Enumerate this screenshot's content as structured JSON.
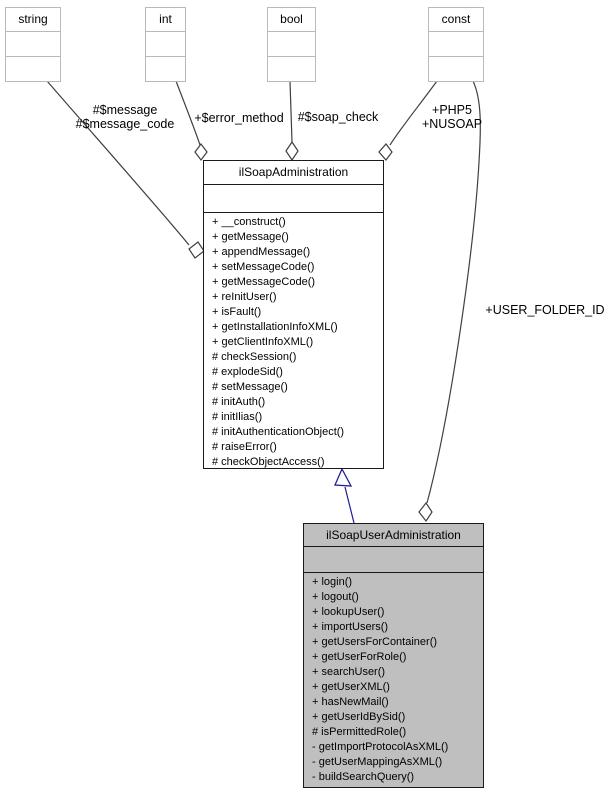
{
  "diagram": {
    "type_boxes": [
      {
        "name": "string"
      },
      {
        "name": "int"
      },
      {
        "name": "bool"
      },
      {
        "name": "const"
      }
    ],
    "classes": [
      {
        "name": "ilSoapAdministration",
        "methods": [
          "+ __construct()",
          "+ getMessage()",
          "+ appendMessage()",
          "+ setMessageCode()",
          "+ getMessageCode()",
          "+ reInitUser()",
          "+ isFault()",
          "+ getInstallationInfoXML()",
          "+ getClientInfoXML()",
          "# checkSession()",
          "# explodeSid()",
          "# setMessage()",
          "# initAuth()",
          "# initIlias()",
          "# initAuthenticationObject()",
          "# raiseError()",
          "# checkObjectAccess()"
        ]
      },
      {
        "name": "ilSoapUserAdministration",
        "methods": [
          "+ login()",
          "+ logout()",
          "+ lookupUser()",
          "+ importUsers()",
          "+ getUsersForContainer()",
          "+ getUserForRole()",
          "+ searchUser()",
          "+ getUserXML()",
          "+ hasNewMail()",
          "+ getUserIdBySid()",
          "# isPermittedRole()",
          "- getImportProtocolAsXML()",
          "- getUserMappingAsXML()",
          "- buildSearchQuery()"
        ]
      }
    ],
    "edge_labels": [
      {
        "lines": [
          "#$message",
          "#$message_code"
        ]
      },
      {
        "lines": [
          "+$error_method"
        ]
      },
      {
        "lines": [
          "#$soap_check"
        ]
      },
      {
        "lines": [
          "+PHP5",
          "+NUSOAP"
        ]
      },
      {
        "lines": [
          "+USER_FOLDER_ID"
        ]
      }
    ],
    "colors": {
      "edge": "#404040",
      "inheritance": "#202090",
      "class_fill_highlight": "#bfbfbf",
      "type_box_border": "#b9b9b9"
    }
  }
}
